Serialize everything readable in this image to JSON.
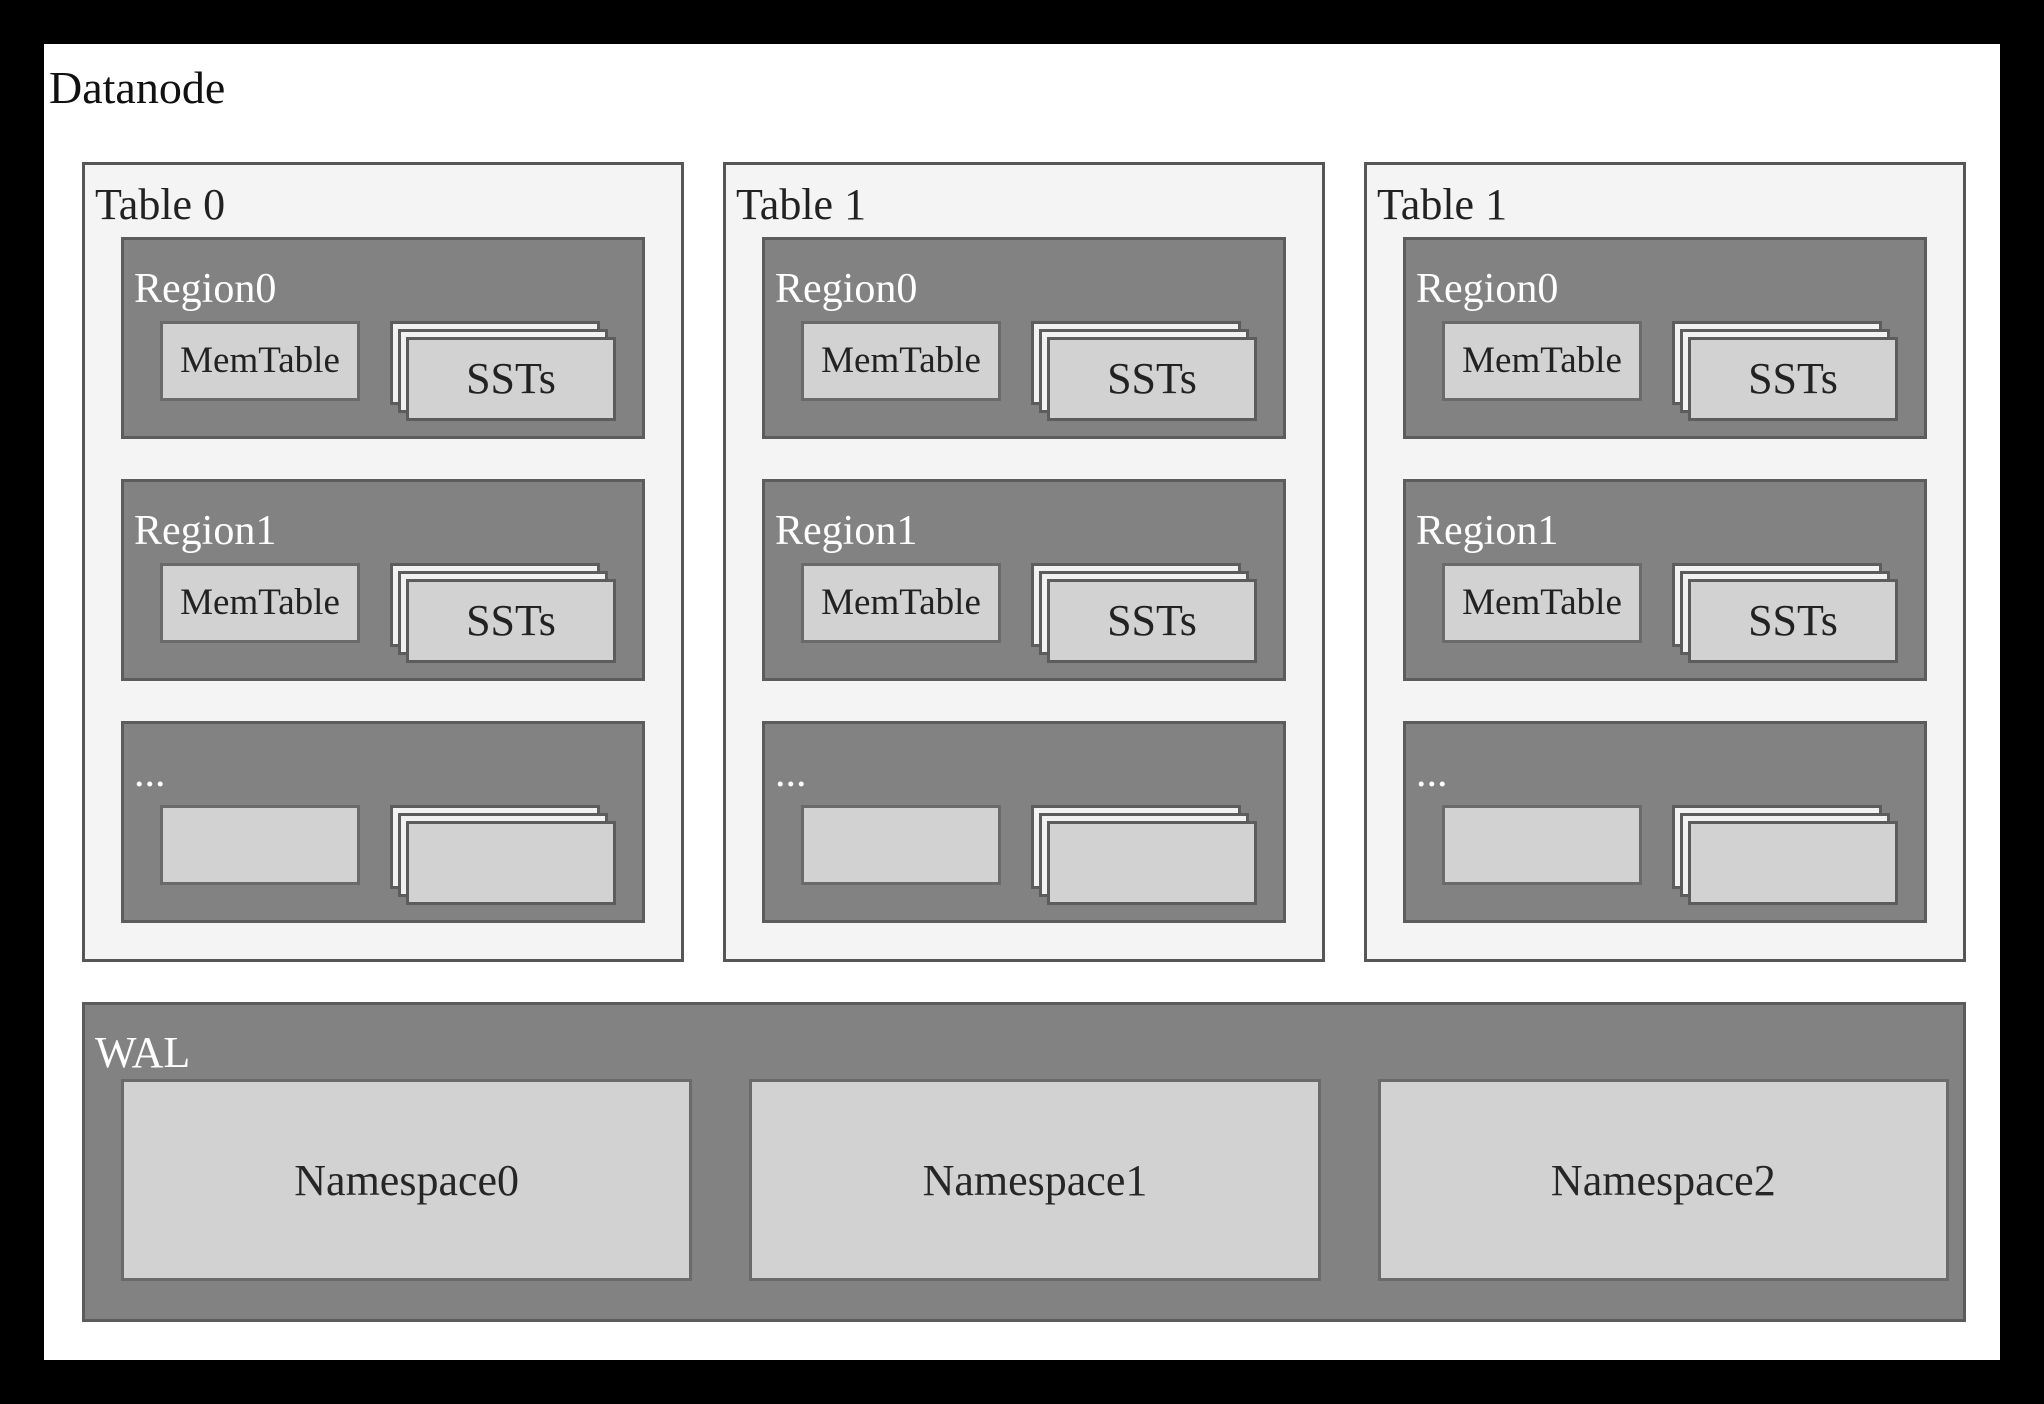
{
  "header": {
    "title": "Datanode"
  },
  "colors": {
    "frame": "#000000",
    "page_background": "#ffffff",
    "table_fill": "#f4f4f4",
    "region_fill": "#828282",
    "light_box_fill": "#d2d2d2",
    "stack_back_fill": "#f2f2f2",
    "border_dark": "#5c5c5c",
    "border_light": "#6a6a6a",
    "label_on_dark": "#ffffff",
    "label_on_light": "#222222"
  },
  "tables": [
    {
      "label": "Table 0",
      "regions": [
        {
          "label": "Region0",
          "memtable_label": "MemTable",
          "ssts_label": "SSTs"
        },
        {
          "label": "Region1",
          "memtable_label": "MemTable",
          "ssts_label": "SSTs"
        },
        {
          "label": "...",
          "memtable_label": "",
          "ssts_label": ""
        }
      ]
    },
    {
      "label": "Table 1",
      "regions": [
        {
          "label": "Region0",
          "memtable_label": "MemTable",
          "ssts_label": "SSTs"
        },
        {
          "label": "Region1",
          "memtable_label": "MemTable",
          "ssts_label": "SSTs"
        },
        {
          "label": "...",
          "memtable_label": "",
          "ssts_label": ""
        }
      ]
    },
    {
      "label": "Table 1",
      "regions": [
        {
          "label": "Region0",
          "memtable_label": "MemTable",
          "ssts_label": "SSTs"
        },
        {
          "label": "Region1",
          "memtable_label": "MemTable",
          "ssts_label": "SSTs"
        },
        {
          "label": "...",
          "memtable_label": "",
          "ssts_label": ""
        }
      ]
    }
  ],
  "wal": {
    "label": "WAL",
    "namespaces": [
      {
        "label": "Namespace0"
      },
      {
        "label": "Namespace1"
      },
      {
        "label": "Namespace2"
      }
    ]
  }
}
